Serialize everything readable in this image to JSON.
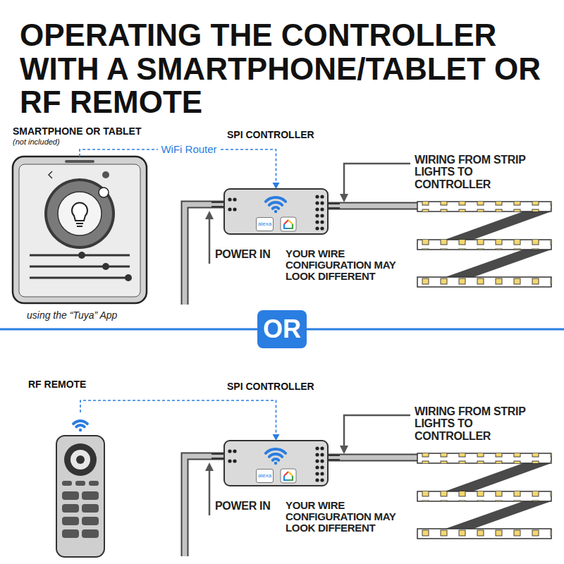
{
  "diagram": {
    "title": "OPERATING THE CONTROLLER WITH A SMARTPHONE/TABLET OR RF REMOTE",
    "nodes": [
      {
        "text": [
          "SMARTPHONE OR TABLET",
          "(not included)"
        ]
      },
      {
        "text": [
          "SPI CONTROLLER",
          "alexa"
        ]
      },
      {
        "text": [
          "OR"
        ]
      },
      {
        "text": [
          "RF REMOTE"
        ]
      },
      {
        "text": [
          "SPI CONTROLLER",
          "alexa"
        ]
      }
    ],
    "edges": [
      {
        "from": 0,
        "to": 1,
        "arrow": "to",
        "label": "WiFi Router"
      },
      {
        "from": 3,
        "to": 4,
        "arrow": "to"
      }
    ],
    "labels": [
      "WIRING FROM STRIP LIGHTS TO CONTROLLER",
      "POWER IN",
      "YOUR WIRE CONFIGURATION MAY LOOK DIFFERENT",
      "using the “Tuya” App",
      "WIRING FROM STRIP LIGHTS TO CONTROLLER",
      "POWER IN",
      "YOUR WIRE CONFIGURATION MAY LOOK DIFFERENT"
    ]
  }
}
